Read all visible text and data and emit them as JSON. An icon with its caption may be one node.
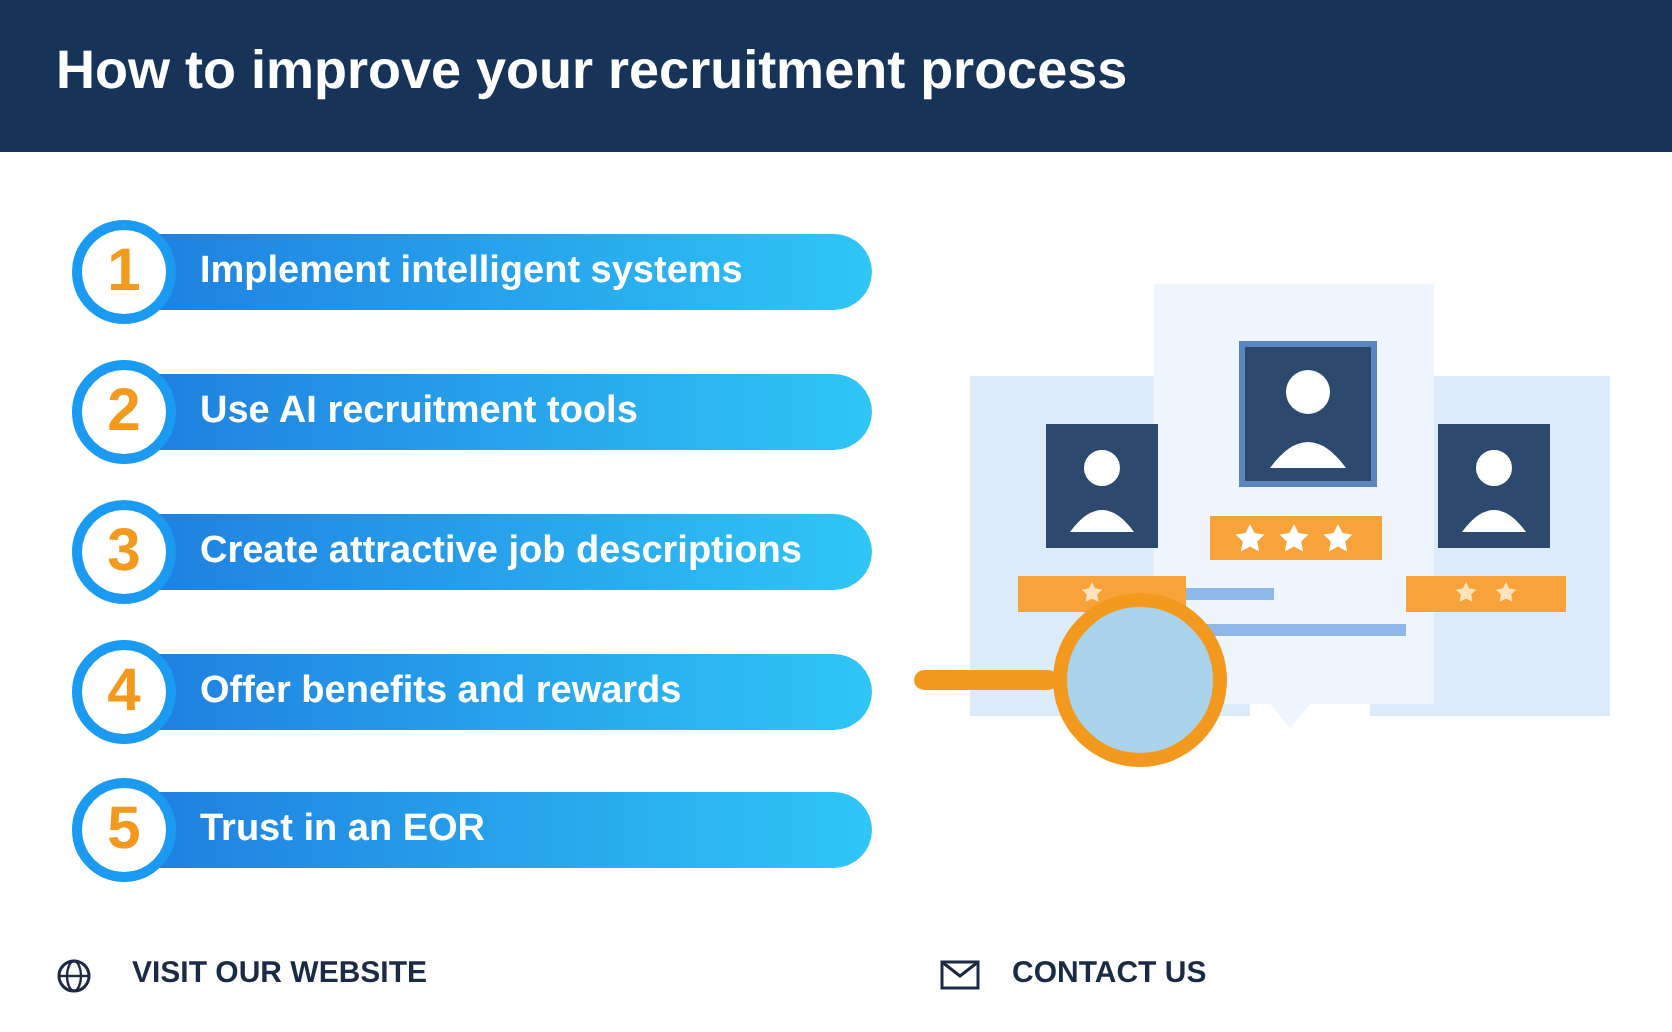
{
  "diagram": {
    "title": "How to improve your recruitment process",
    "nodes": [
      {
        "text": [
          "1",
          "Implement intelligent systems"
        ]
      },
      {
        "text": [
          "2",
          "Use AI recruitment tools"
        ]
      },
      {
        "text": [
          "3",
          "Create attractive job descriptions"
        ]
      },
      {
        "text": [
          "4",
          "Offer benefits and rewards"
        ]
      },
      {
        "text": [
          "5",
          "Trust in an EOR"
        ]
      }
    ],
    "labels": [
      "VISIT OUR WEBSITE",
      "CONTACT US"
    ]
  }
}
